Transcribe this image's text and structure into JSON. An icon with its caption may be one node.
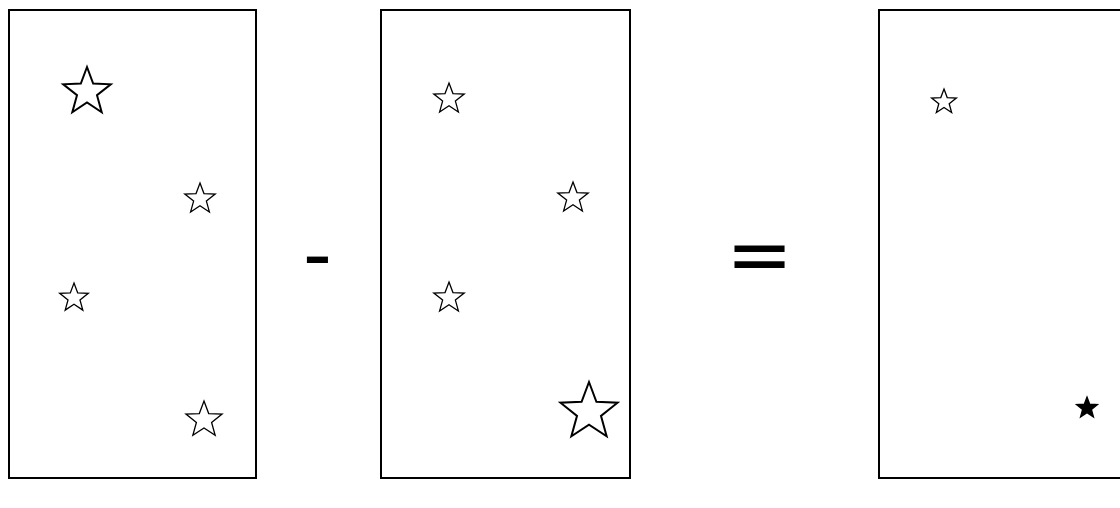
{
  "diagram": {
    "nodes": [
      {
        "text": [],
        "shape": "box"
      },
      {
        "text": [],
        "shape": "box"
      },
      {
        "text": [],
        "shape": "box"
      }
    ],
    "labels": [
      "-",
      "="
    ]
  }
}
